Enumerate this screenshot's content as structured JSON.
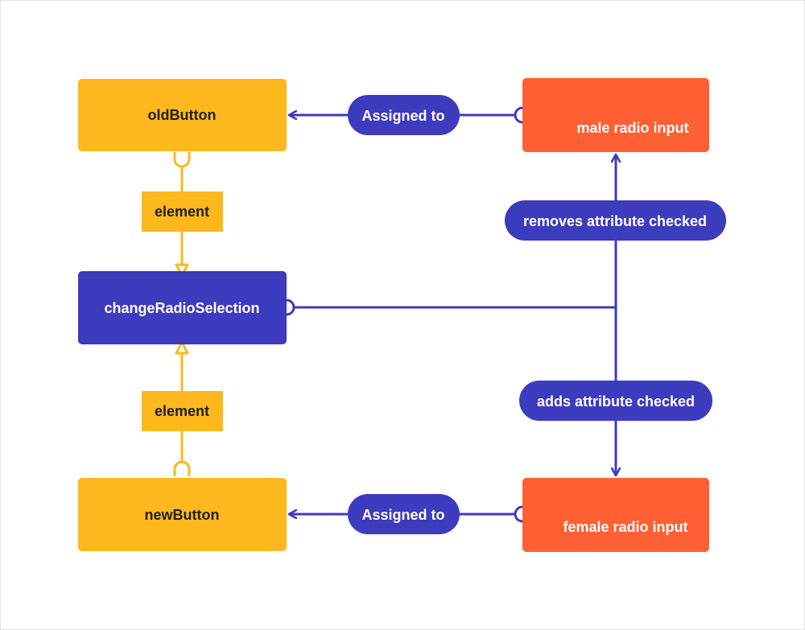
{
  "colors": {
    "yellow": "#FDB81E",
    "blue": "#3D3BBE",
    "orange": "#FE5F33",
    "white": "#FFFFFF",
    "dark_text": "#1f1f1f"
  },
  "nodes": {
    "old_button": {
      "label": "oldButton"
    },
    "change_radio_selection": {
      "label": "changeRadioSelection"
    },
    "new_button": {
      "label": "newButton"
    },
    "male_radio_input": {
      "label": "male radio input"
    },
    "female_radio_input": {
      "label": "female radio input"
    }
  },
  "edge_labels": {
    "top_element": "element",
    "bottom_element": "element",
    "assigned_top": "Assigned to",
    "assigned_bottom": "Assigned to",
    "removes": "removes attribute checked",
    "adds": "adds attribute checked"
  }
}
